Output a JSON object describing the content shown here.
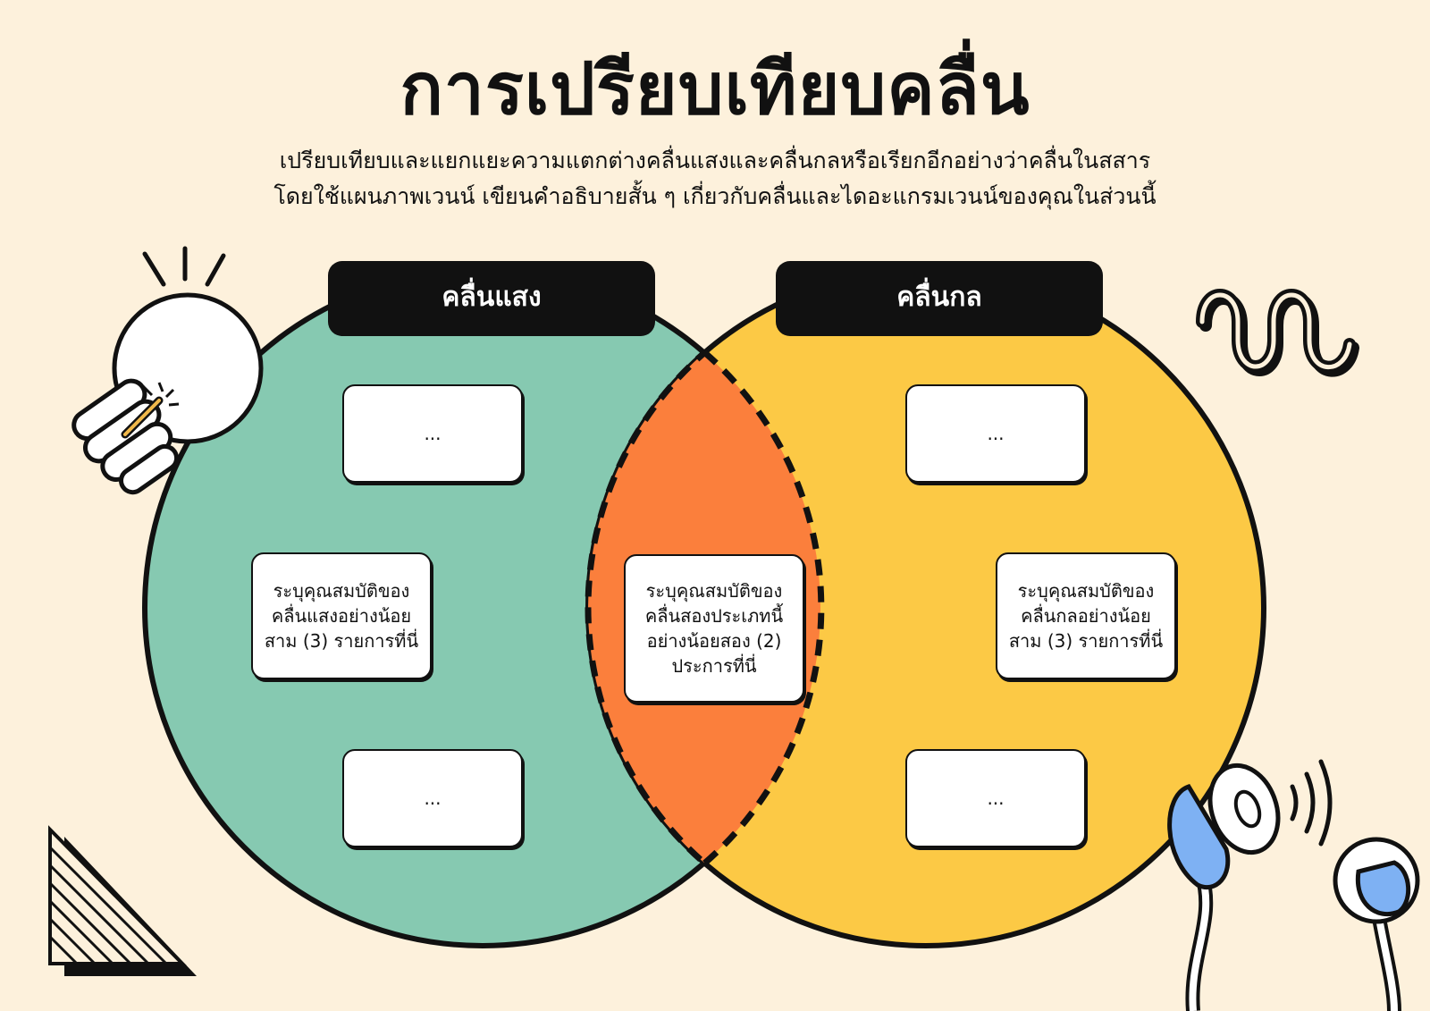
{
  "header": {
    "title": "การเปรียบเทียบคลื่น",
    "subtitle_lines": [
      "เปรียบเทียบและแยกแยะความแตกต่างคลื่นแสงและคลื่นกลหรือเรียกอีกอย่างว่าคลื่นในสสาร",
      "โดยใช้แผนภาพเวนน์ เขียนคำอธิบายสั้น ๆ เกี่ยวกับคลื่นและไดอะแกรมเวนน์ของคุณในส่วนนี้"
    ]
  },
  "venn": {
    "left": {
      "label": "คลื่นแสง",
      "color": "#86c9b1",
      "top_note": "...",
      "middle_note": "ระบุคุณสมบัติของคลื่นแสงอย่างน้อยสาม (3) รายการที่นี่",
      "bottom_note": "..."
    },
    "right": {
      "label": "คลื่นกล",
      "color": "#fcc945",
      "top_note": "...",
      "middle_note": "ระบุคุณสมบัติของคลื่นกลอย่างน้อยสาม (3) รายการที่นี่",
      "bottom_note": "..."
    },
    "overlap": {
      "color": "#fb7f3c",
      "note": "ระบุคุณสมบัติของคลื่นสองประเภทนี้อย่างน้อยสอง (2) ประการที่นี่"
    }
  },
  "decorations": [
    "light-bulb-icon",
    "wave-squiggle-icon",
    "striped-triangle-icon",
    "earphones-icon",
    "sound-waves-icon"
  ],
  "colors": {
    "background": "#fdf1dc",
    "outline": "#111111",
    "earphone_blue": "#7eb1f3"
  }
}
